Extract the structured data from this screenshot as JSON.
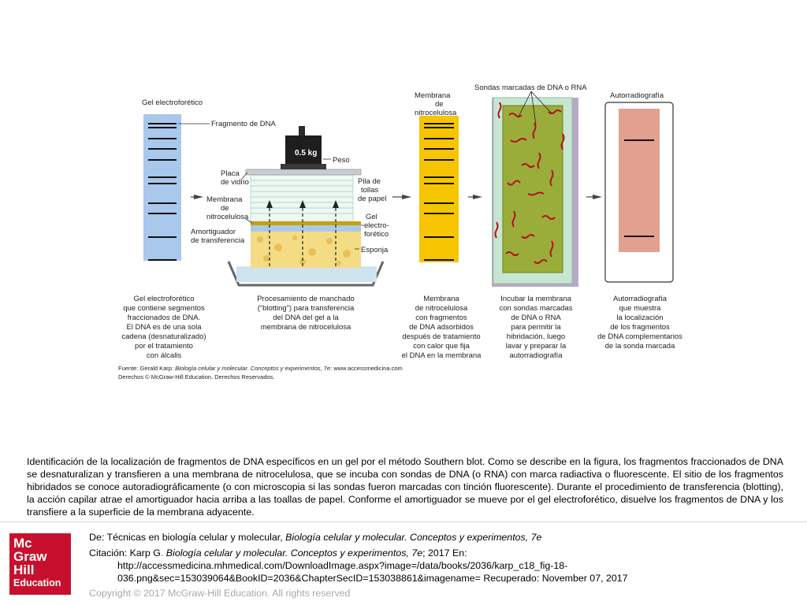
{
  "figure": {
    "labels": {
      "gel_title": "Gel electroforético",
      "dna_fragment": "Fragmento de DNA",
      "weight_mark": "0.5 kg",
      "weight": "Peso",
      "glass_plate_1": "Placa",
      "glass_plate_2": "de vidrio",
      "membrane_1": "Membrana",
      "membrane_2": "de",
      "membrane_3": "nitrocelulosa",
      "buffer_1": "Amortiguador",
      "buffer_2": "de transferencia",
      "towels_1": "Pila de",
      "towels_2": "tollas",
      "towels_3": "de papel",
      "gel_1": "Gel",
      "gel_2": "electro-",
      "gel_3": "forético",
      "sponge": "Esponja",
      "nitro_1": "Membrana",
      "nitro_2": "de",
      "nitro_3": "nitrocelulosa",
      "probes": "Sondas marcadas de DNA o RNA",
      "autorad": "Autorradiografía"
    },
    "captions": {
      "step1": [
        "Gel electroforético",
        "que contiene segmentos",
        "fraccionados de DNA.",
        "El DNA es de una sola",
        "cadena (desnaturalizado)",
        "por el tratamiento",
        "con álcalis"
      ],
      "step2": [
        "Procesamiento de manchado",
        "(“blotting”) para transferencia",
        "del DNA del gel a la",
        "membrana de nitrocelulosa"
      ],
      "step3": [
        "Membrana",
        "de nitrocelulosa",
        "con fragmentos",
        "de DNA adsorbidos",
        "después de tratamiento",
        "con calor que fija",
        "el DNA en la membrana"
      ],
      "step4": [
        "Incubar la membrana",
        "con sondas marcadas",
        "de DNA o RNA",
        "para permitir la",
        "hibridación, luego",
        "lavar y preparar la",
        "autorradiografía"
      ],
      "step5": [
        "Autorradiografía",
        "que muestra",
        "la localización",
        "de los fragmentos",
        "de DNA complementarios",
        "de la sonda marcada"
      ]
    },
    "source_line1_prefix": "Fuente: Gerald Karp: ",
    "source_line1_title": "Biología celular y molecular. Conceptos y experimentos",
    "source_line1_suffix": ", 7e: www.accessmedicina.com",
    "source_line2": "Derechos © McGraw-Hill Education. Derechos Reservados."
  },
  "caption": "Identificación de la localización de fragmentos de DNA específicos en un gel por el método Southern blot. Como se describe en la figura, los fragmentos fraccionados de DNA se desnaturalizan y transfieren a una membrana de nitrocelulosa, que se incuba con sondas de DNA (o RNA) con marca radiactiva o fluorescente. El sitio de los fragmentos hibridados se conoce autoradiográficamente (o con microscopia si las sondas fueron marcadas con tinción fluorescente). Durante el procedimiento de transferencia (blotting), la acción capilar atrae el amortiguador hacia arriba a las toallas de papel. Conforme el amortiguador se mueve por el gel electroforético, disuelve los fragmentos de DNA y los transfiere a la superficie de la membrana adyacente.",
  "logo": {
    "line1": "Mc",
    "line2": "Graw",
    "line3": "Hill",
    "line4": "Education"
  },
  "citation": {
    "de_prefix": "De: Técnicas en biología celular y molecular, ",
    "de_title": "Biología celular y molecular. Conceptos y experimentos, 7e",
    "cit_prefix": "Citación: Karp G",
    "cit_dot": ".",
    "cit_title": " Biología celular y molecular. Conceptos y experimentos, 7e",
    "cit_suffix": "; 2017 En:",
    "url1": "http://accessmedicina.mhmedical.com/DownloadImage.aspx?image=/data/books/2036/karp_c18_fig-18-",
    "url2": "036.png&sec=153039064&BookID=2036&ChapterSecID=153038861&imagename= Recuperado: November 07, 2017"
  },
  "copyright": "Copyright © 2017 McGraw-Hill Education. All rights reserved",
  "colors": {
    "gel": "#a9c8ec",
    "membrane": "#f7c500",
    "autorad_film": "#e2a08e",
    "incubation_green": "#9aad3a",
    "probe_red": "#b3121e",
    "logo_red": "#c8102e"
  }
}
